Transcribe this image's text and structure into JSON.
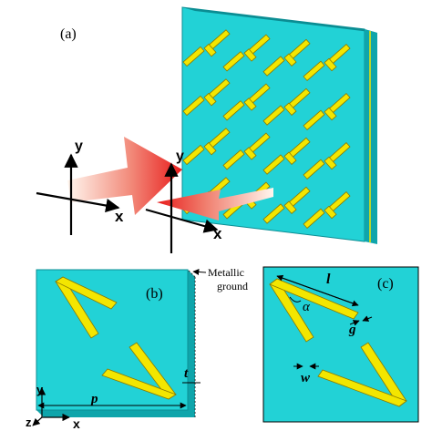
{
  "panel_a": {
    "label": "(a)",
    "incident_axes": {
      "y": "y",
      "x": "x"
    },
    "reflected_axes": {
      "y": "y",
      "x": "x"
    }
  },
  "panel_b": {
    "label": "(b)",
    "annotation": {
      "line1": "Metallic",
      "line2": "ground"
    },
    "dim_p": "p",
    "dim_t": "t",
    "axes": {
      "y": "y",
      "z": "z",
      "x": "x"
    }
  },
  "panel_c": {
    "label": "(c)",
    "dim_l": "l",
    "dim_alpha": "α",
    "dim_g": "g",
    "dim_w": "w"
  },
  "colors": {
    "substrate": "#22d2d6",
    "substrate_side": "#0fa5ab",
    "substrate_top": "#0b8d93",
    "metal": "#f3e600",
    "metal_edge": "#8a7a00",
    "arrow_red": "#e81c1c"
  }
}
